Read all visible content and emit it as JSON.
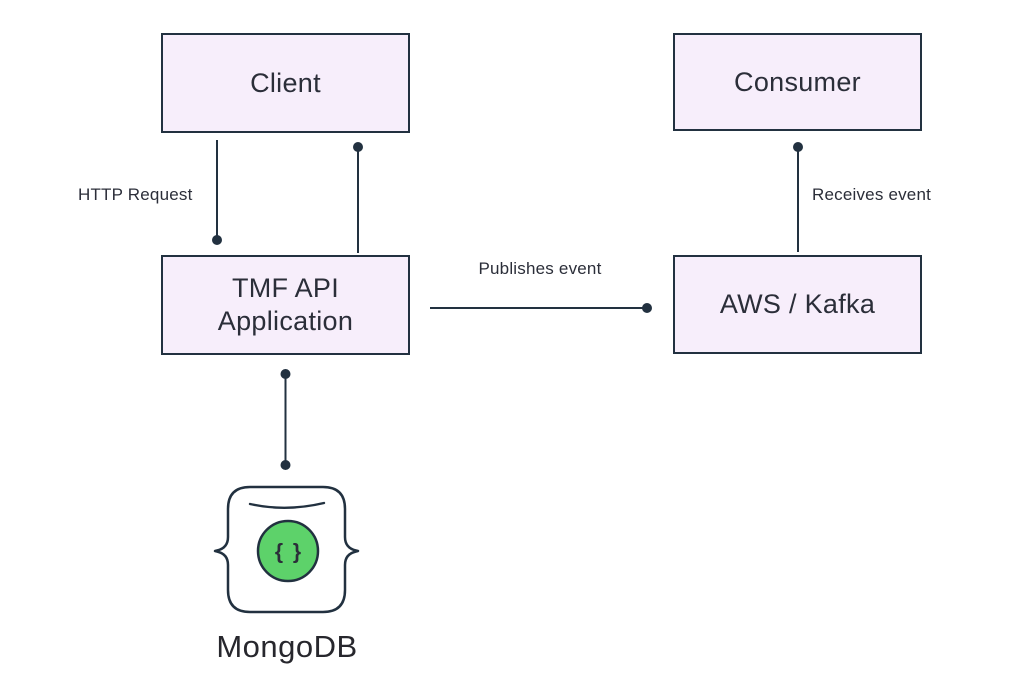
{
  "colors": {
    "node_fill": "#f7eefb",
    "node_border": "#223140",
    "line": "#223140",
    "text": "#2b2e39",
    "mongo_green": "#5dd26a",
    "bg": "#ffffff"
  },
  "nodes": {
    "client": {
      "label": "Client"
    },
    "consumer": {
      "label": "Consumer"
    },
    "tmf_api": {
      "label": "TMF API Application"
    },
    "aws_kafka": {
      "label": "AWS / Kafka"
    },
    "mongodb": {
      "label": "MongoDB",
      "icon": "mongodb-json-document-icon",
      "icon_glyph": "{ }"
    }
  },
  "edges": [
    {
      "from": "Client",
      "to": "TMF API Application",
      "label": "HTTP Request"
    },
    {
      "from": "TMF API Application",
      "to": "Client",
      "label": ""
    },
    {
      "from": "TMF API Application",
      "to": "AWS / Kafka",
      "label": "Publishes event"
    },
    {
      "from": "AWS / Kafka",
      "to": "Consumer",
      "label": "Receives event"
    },
    {
      "from": "TMF API Application",
      "to": "MongoDB",
      "label": ""
    }
  ]
}
